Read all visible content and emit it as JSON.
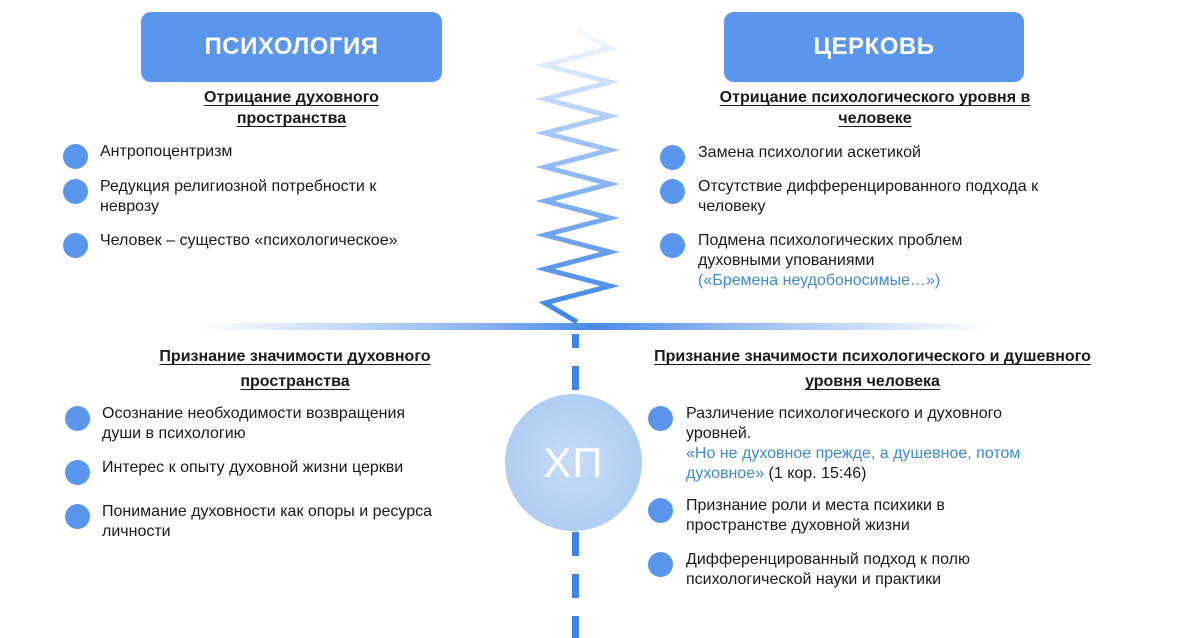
{
  "top_left": {
    "header": "ПСИХОЛОГИЯ",
    "title_line1": "Отрицание духовного",
    "title_line2": "пространства",
    "items": [
      {
        "lines": [
          "Антропоцентризм"
        ]
      },
      {
        "lines": [
          "Редукция религиозной потребности к",
          "неврозу"
        ]
      },
      {
        "lines": [
          "Человек – существо «психологическое»"
        ]
      }
    ]
  },
  "top_right": {
    "header": "ЦЕРКОВЬ",
    "title_line1": "Отрицание психологического уровня в",
    "title_line2": "человеке",
    "items": [
      {
        "lines": [
          "Замена психологии аскетикой"
        ]
      },
      {
        "lines": [
          "Отсутствие дифференцированного подхода к",
          "человеку"
        ]
      },
      {
        "lines": [
          "Подмена психологических проблем",
          "духовными упованиями"
        ],
        "quote": "(«Бремена неудобоносимые…»)"
      }
    ]
  },
  "bottom_left": {
    "title_line1": "Признание значимости духовного",
    "title_line2": "пространства",
    "items": [
      {
        "lines": [
          "Осознание необходимости возвращения",
          "души в психологию"
        ]
      },
      {
        "lines": [
          "Интерес к опыту духовной жизни церкви"
        ]
      },
      {
        "lines": [
          "Понимание духовности как опоры и ресурса",
          "личности"
        ]
      }
    ]
  },
  "bottom_right": {
    "title_line1": "Признание значимости психологического и душевного",
    "title_line2": "уровня человека",
    "items": [
      {
        "lines": [
          "Различение психологического и духовного",
          "уровней."
        ],
        "quote_line1": "«Но не духовное прежде, а душевное, потом",
        "quote_line2": "духовное»",
        "ref": " (1 кор. 15:46)"
      },
      {
        "lines": [
          "Признание роли и места психики в",
          "пространстве духовной жизни"
        ]
      },
      {
        "lines": [
          "Дифференцированный подход к полю",
          "психологической науки и практики"
        ]
      }
    ]
  },
  "center": {
    "label": "ХП"
  },
  "colors": {
    "accent": "#5b96ee",
    "quote": "#3d8bd6",
    "circle": "#b3cff3"
  }
}
